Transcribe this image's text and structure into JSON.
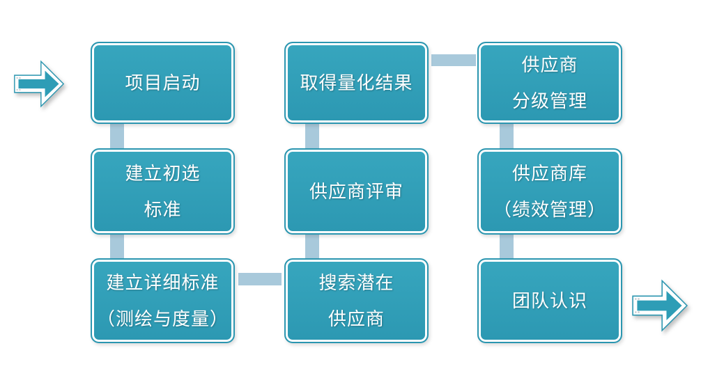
{
  "diagram": {
    "type": "flowchart",
    "background_color": "#FFFFFF",
    "colors": {
      "box_fill": "#2E9DB6",
      "box_border": "#2B96B0",
      "box_inner_ring": "#FFFFFF",
      "connector": "#A8C9DB",
      "arrow_fill": "#2E9DB6",
      "text": "#FFFFFF"
    },
    "boxes": [
      {
        "id": "project-kickoff",
        "lines": [
          "项目启动"
        ]
      },
      {
        "id": "establish-preliminary-criteria",
        "lines": [
          "建立初选",
          "标准"
        ]
      },
      {
        "id": "establish-detailed-criteria",
        "lines": [
          "建立详细标准",
          "（测绘与度量）"
        ]
      },
      {
        "id": "obtain-quantified-results",
        "lines": [
          "取得量化结果"
        ]
      },
      {
        "id": "supplier-review",
        "lines": [
          "供应商评审"
        ]
      },
      {
        "id": "search-potential-suppliers",
        "lines": [
          "搜索潜在",
          "供应商"
        ]
      },
      {
        "id": "supplier-tier-management",
        "lines": [
          "供应商",
          "分级管理"
        ]
      },
      {
        "id": "supplier-database-performance-management",
        "lines": [
          "供应商库",
          "（绩效管理）"
        ]
      },
      {
        "id": "team-awareness",
        "lines": [
          "团队认识"
        ]
      }
    ],
    "arrows": [
      {
        "id": "flow-start-arrow",
        "direction": "right"
      },
      {
        "id": "flow-end-arrow",
        "direction": "right"
      }
    ]
  }
}
